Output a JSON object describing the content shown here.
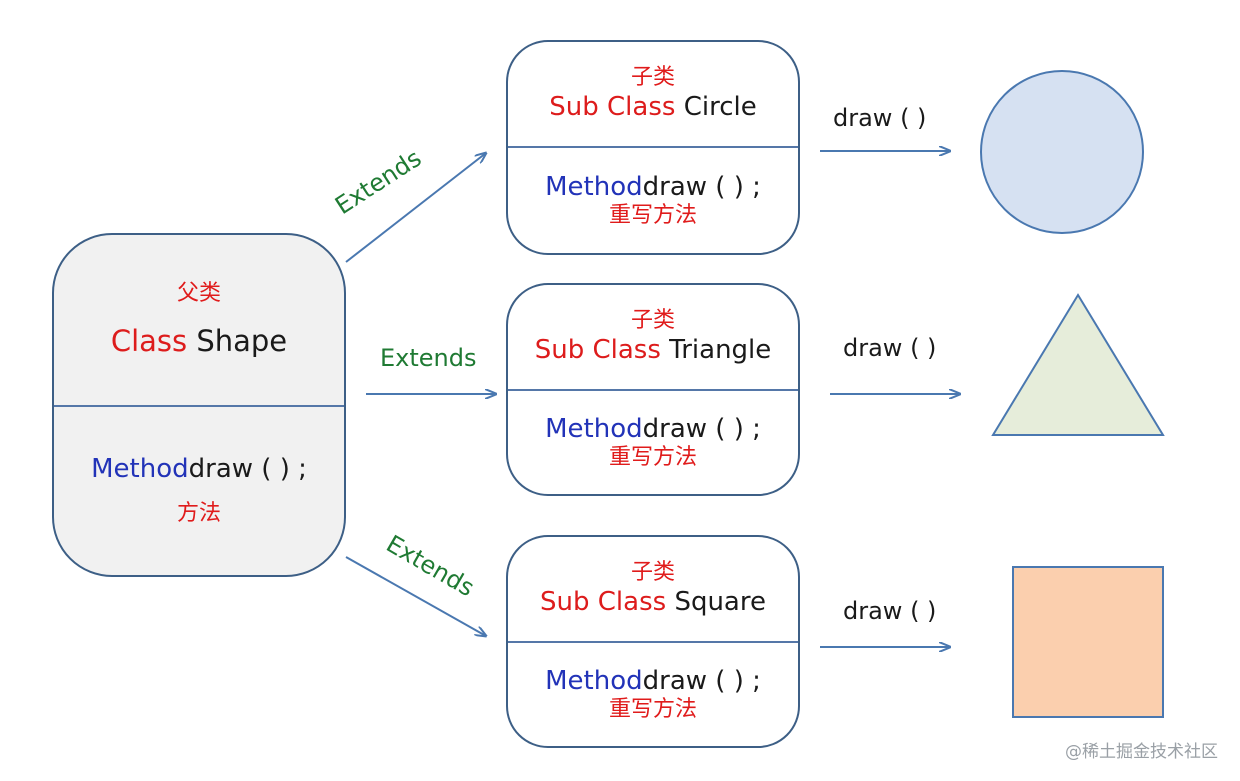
{
  "parent": {
    "cn_label": "父类",
    "class_keyword": "Class",
    "class_name": "Shape",
    "method_keyword": "Method",
    "method_sig": "draw ( ) ;",
    "method_cn": "方法"
  },
  "extends_label": "Extends",
  "subclasses": [
    {
      "cn_label": "子类",
      "sub_keyword": "Sub Class",
      "class_name": "Circle",
      "method_keyword": "Method",
      "method_sig": "draw ( ) ;",
      "method_cn": "重写方法",
      "call_label": "draw ( )",
      "shape": "circle",
      "shape_fill": "#d6e1f2"
    },
    {
      "cn_label": "子类",
      "sub_keyword": "Sub Class",
      "class_name": "Triangle",
      "method_keyword": "Method",
      "method_sig": "draw ( ) ;",
      "method_cn": "重写方法",
      "call_label": "draw ( )",
      "shape": "triangle",
      "shape_fill": "#e6edda"
    },
    {
      "cn_label": "子类",
      "sub_keyword": "Sub Class",
      "class_name": "Square",
      "method_keyword": "Method",
      "method_sig": "draw ( ) ;",
      "method_cn": "重写方法",
      "call_label": "draw ( )",
      "shape": "square",
      "shape_fill": "#fbcfae"
    }
  ],
  "colors": {
    "keyword_red": "#dd1c1c",
    "keyword_blue": "#2233b8",
    "extends_green": "#1f7a33",
    "connector_blue": "#4a78b0",
    "box_border": "#3d5f86"
  },
  "watermark": "@稀土掘金技术社区"
}
